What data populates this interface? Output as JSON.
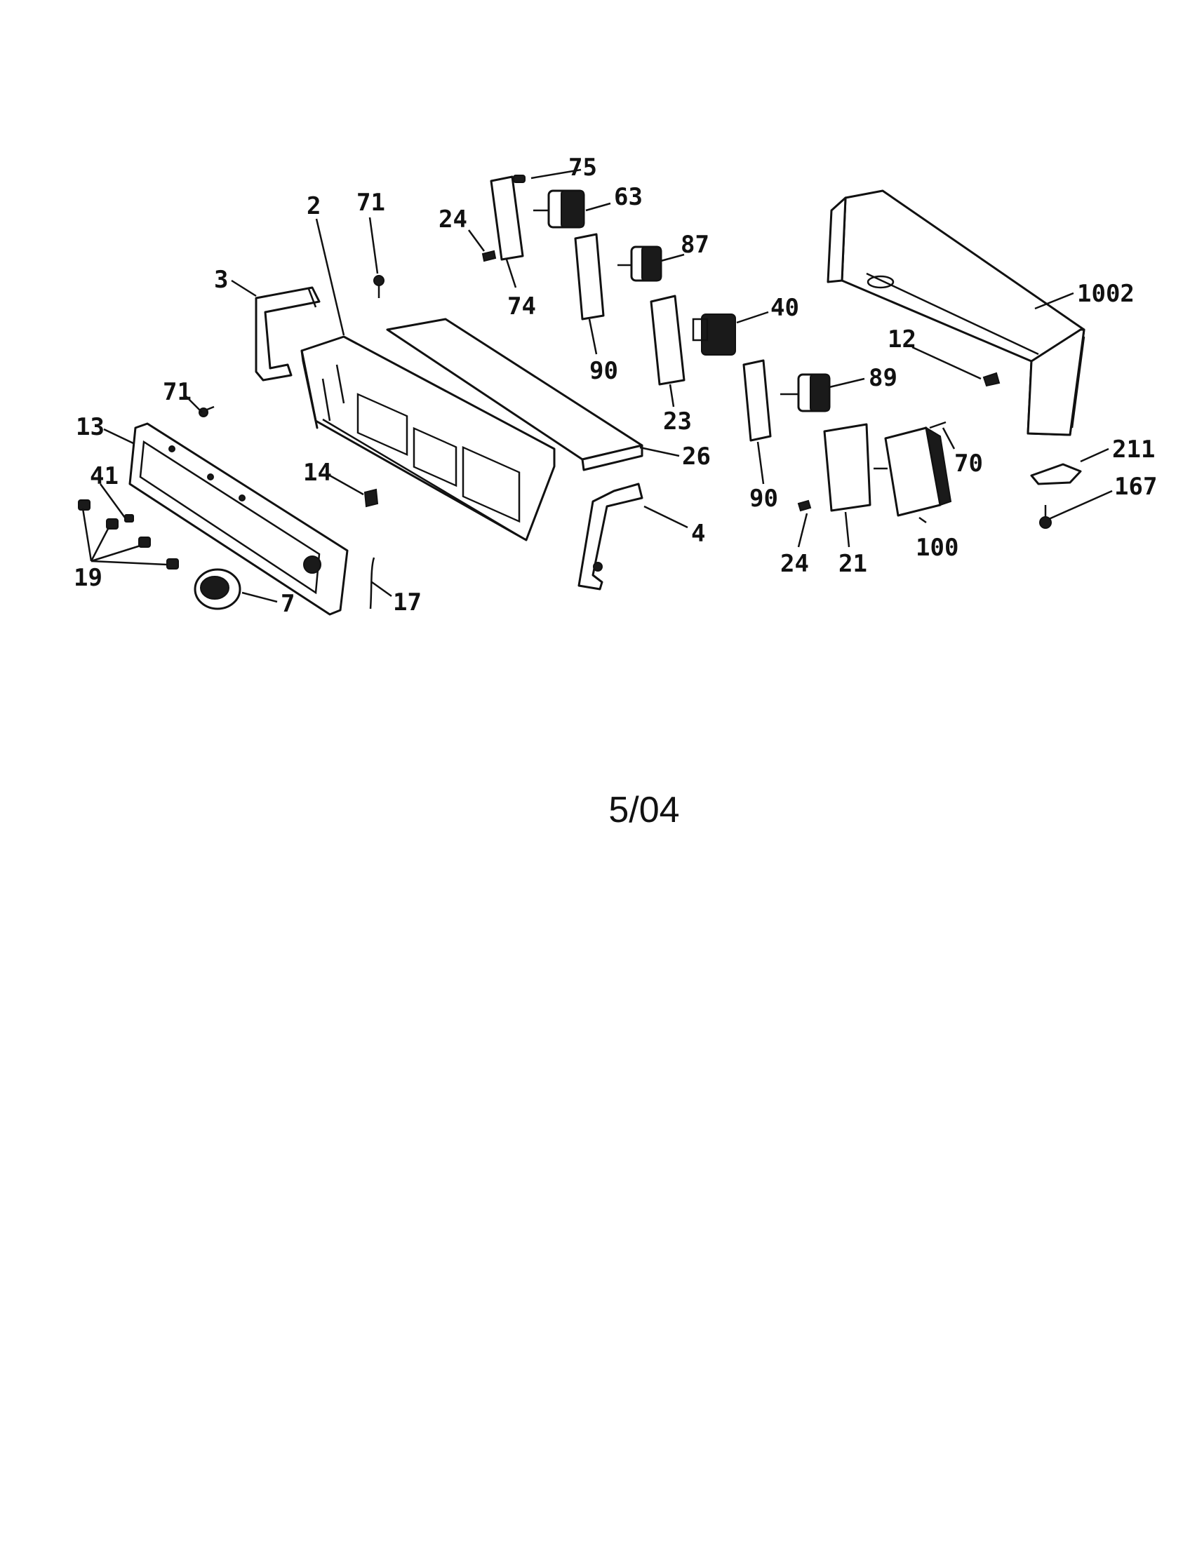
{
  "diagram": {
    "callouts": {
      "c75": "75",
      "c63": "63",
      "c24a": "24",
      "c74": "74",
      "c87": "87",
      "c90a": "90",
      "c23": "23",
      "c40": "40",
      "c1002": "1002",
      "c12": "12",
      "c2": "2",
      "c71a": "71",
      "c3": "3",
      "c71b": "71",
      "c13": "13",
      "c14": "14",
      "c26": "26",
      "c89": "89",
      "c70": "70",
      "c211": "211",
      "c167": "167",
      "c90b": "90",
      "c24b": "24",
      "c21": "21",
      "c100": "100",
      "c4": "4",
      "c41": "41",
      "c19": "19",
      "c7": "7",
      "c17": "17"
    },
    "footer_date": "5/04"
  }
}
